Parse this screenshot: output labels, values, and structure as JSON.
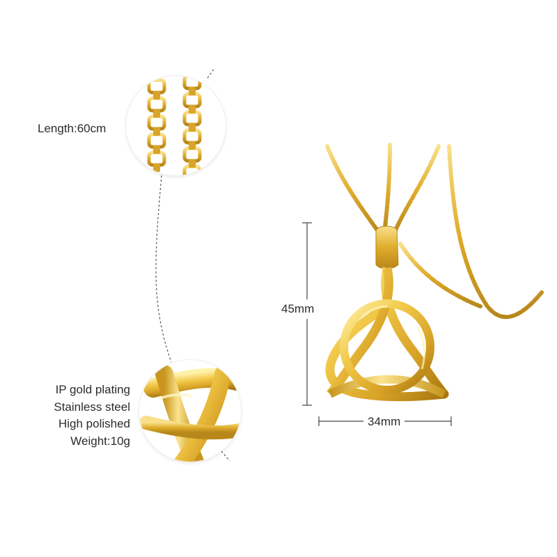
{
  "chain_callout": {
    "length_label": "Length:60cm"
  },
  "specs": {
    "items": [
      "IP gold plating",
      "Stainless steel",
      "High polished",
      "Weight:10g"
    ]
  },
  "dimensions": {
    "height_label": "45mm",
    "width_label": "34mm"
  },
  "colors": {
    "gold_light": "#f6d86b",
    "gold_mid": "#e3b530",
    "gold_dark": "#b5861a",
    "line": "#444444"
  },
  "icons": {
    "pendant": "triquetra-pendant",
    "chain": "box-chain"
  }
}
